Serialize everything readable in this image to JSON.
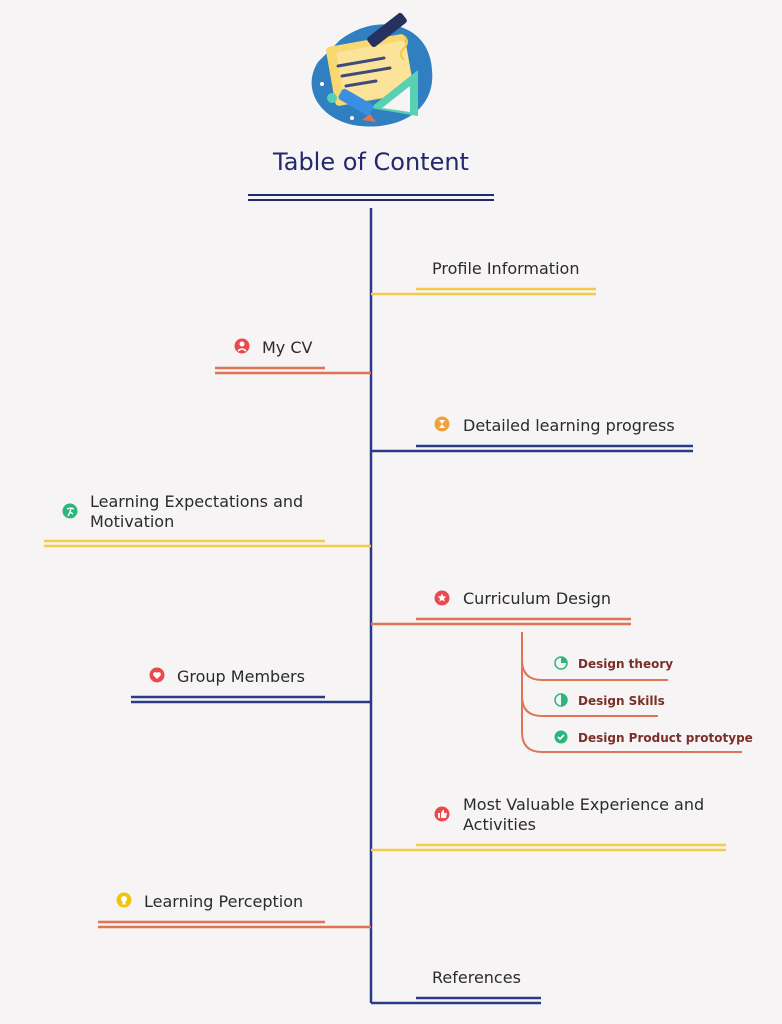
{
  "title": "Table of Content",
  "colors": {
    "navy": "#2b3a86",
    "orange": "#e07457",
    "yellow": "#f3ca4c",
    "red_icon": "#e84a4f",
    "amber_icon": "#f0a23a",
    "green_icon": "#2cb67d",
    "lightbulb_icon": "#f2c40f"
  },
  "items": {
    "profile": {
      "label": "Profile Information"
    },
    "cv": {
      "label": "My CV",
      "icon": "user-circle-icon"
    },
    "progress": {
      "label": "Detailed learning progress",
      "icon": "hourglass-icon"
    },
    "expectations": {
      "label": "Learning Expectations and Motivation",
      "icon": "running-person-icon"
    },
    "curriculum": {
      "label": "Curriculum Design",
      "icon": "star-icon",
      "children": [
        {
          "label": "Design theory",
          "icon": "quarter-pie-icon"
        },
        {
          "label": "Design Skills",
          "icon": "half-pie-icon"
        },
        {
          "label": "Design Product prototype",
          "icon": "check-circle-icon"
        }
      ]
    },
    "members": {
      "label": "Group Members",
      "icon": "heart-icon"
    },
    "experience": {
      "label": "Most Valuable Experience and Activities",
      "icon": "thumbs-up-icon"
    },
    "perception": {
      "label": "Learning Perception",
      "icon": "lightbulb-icon"
    },
    "references": {
      "label": "References"
    }
  }
}
